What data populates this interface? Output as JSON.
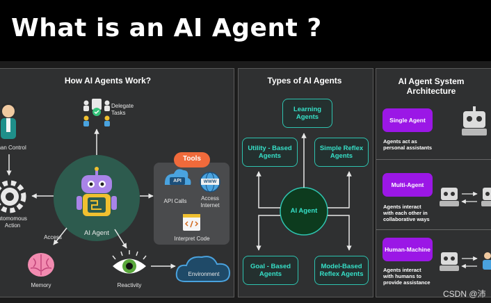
{
  "title": "What is an AI Agent ?",
  "panel1": {
    "title": "How AI Agents Work?",
    "human_control": "man Control",
    "delegate_tasks": "Delegate\nTasks",
    "autonomous_action": "utomomous\nAction",
    "access": "Access",
    "ai_agent": "AI Agent",
    "memory": "Memory",
    "reactivity": "Reactivity",
    "tools_title": "Tools",
    "api_calls": "API Calls",
    "access_internet": "Access\nInternet",
    "interpret_code": "Interpret Code",
    "environment": "Environment",
    "api_glyph": "API",
    "www_glyph": "WWW"
  },
  "panel2": {
    "title": "Types of AI Agents",
    "learning": "Learning\nAgents",
    "utility": "Utility - Based\nAgents",
    "simple_reflex": "Simple Reflex\nAgents",
    "center": "AI Agent",
    "goal": "Goal - Based\nAgents",
    "model": "Model-Based\nReflex Agents"
  },
  "panel3": {
    "title": "AI Agent System\nArchitecture",
    "single_agent": "Single Agent",
    "single_desc": "Agents act as\npersonal assistants",
    "multi_agent": "Multi-Agent",
    "multi_desc": "Agents interact\nwith each other in\ncollaborative ways",
    "human_machine": "Human-Machine",
    "human_desc": "Agents interact\nwith humans to\nprovide assistance"
  },
  "watermark": "CSDN @沛"
}
